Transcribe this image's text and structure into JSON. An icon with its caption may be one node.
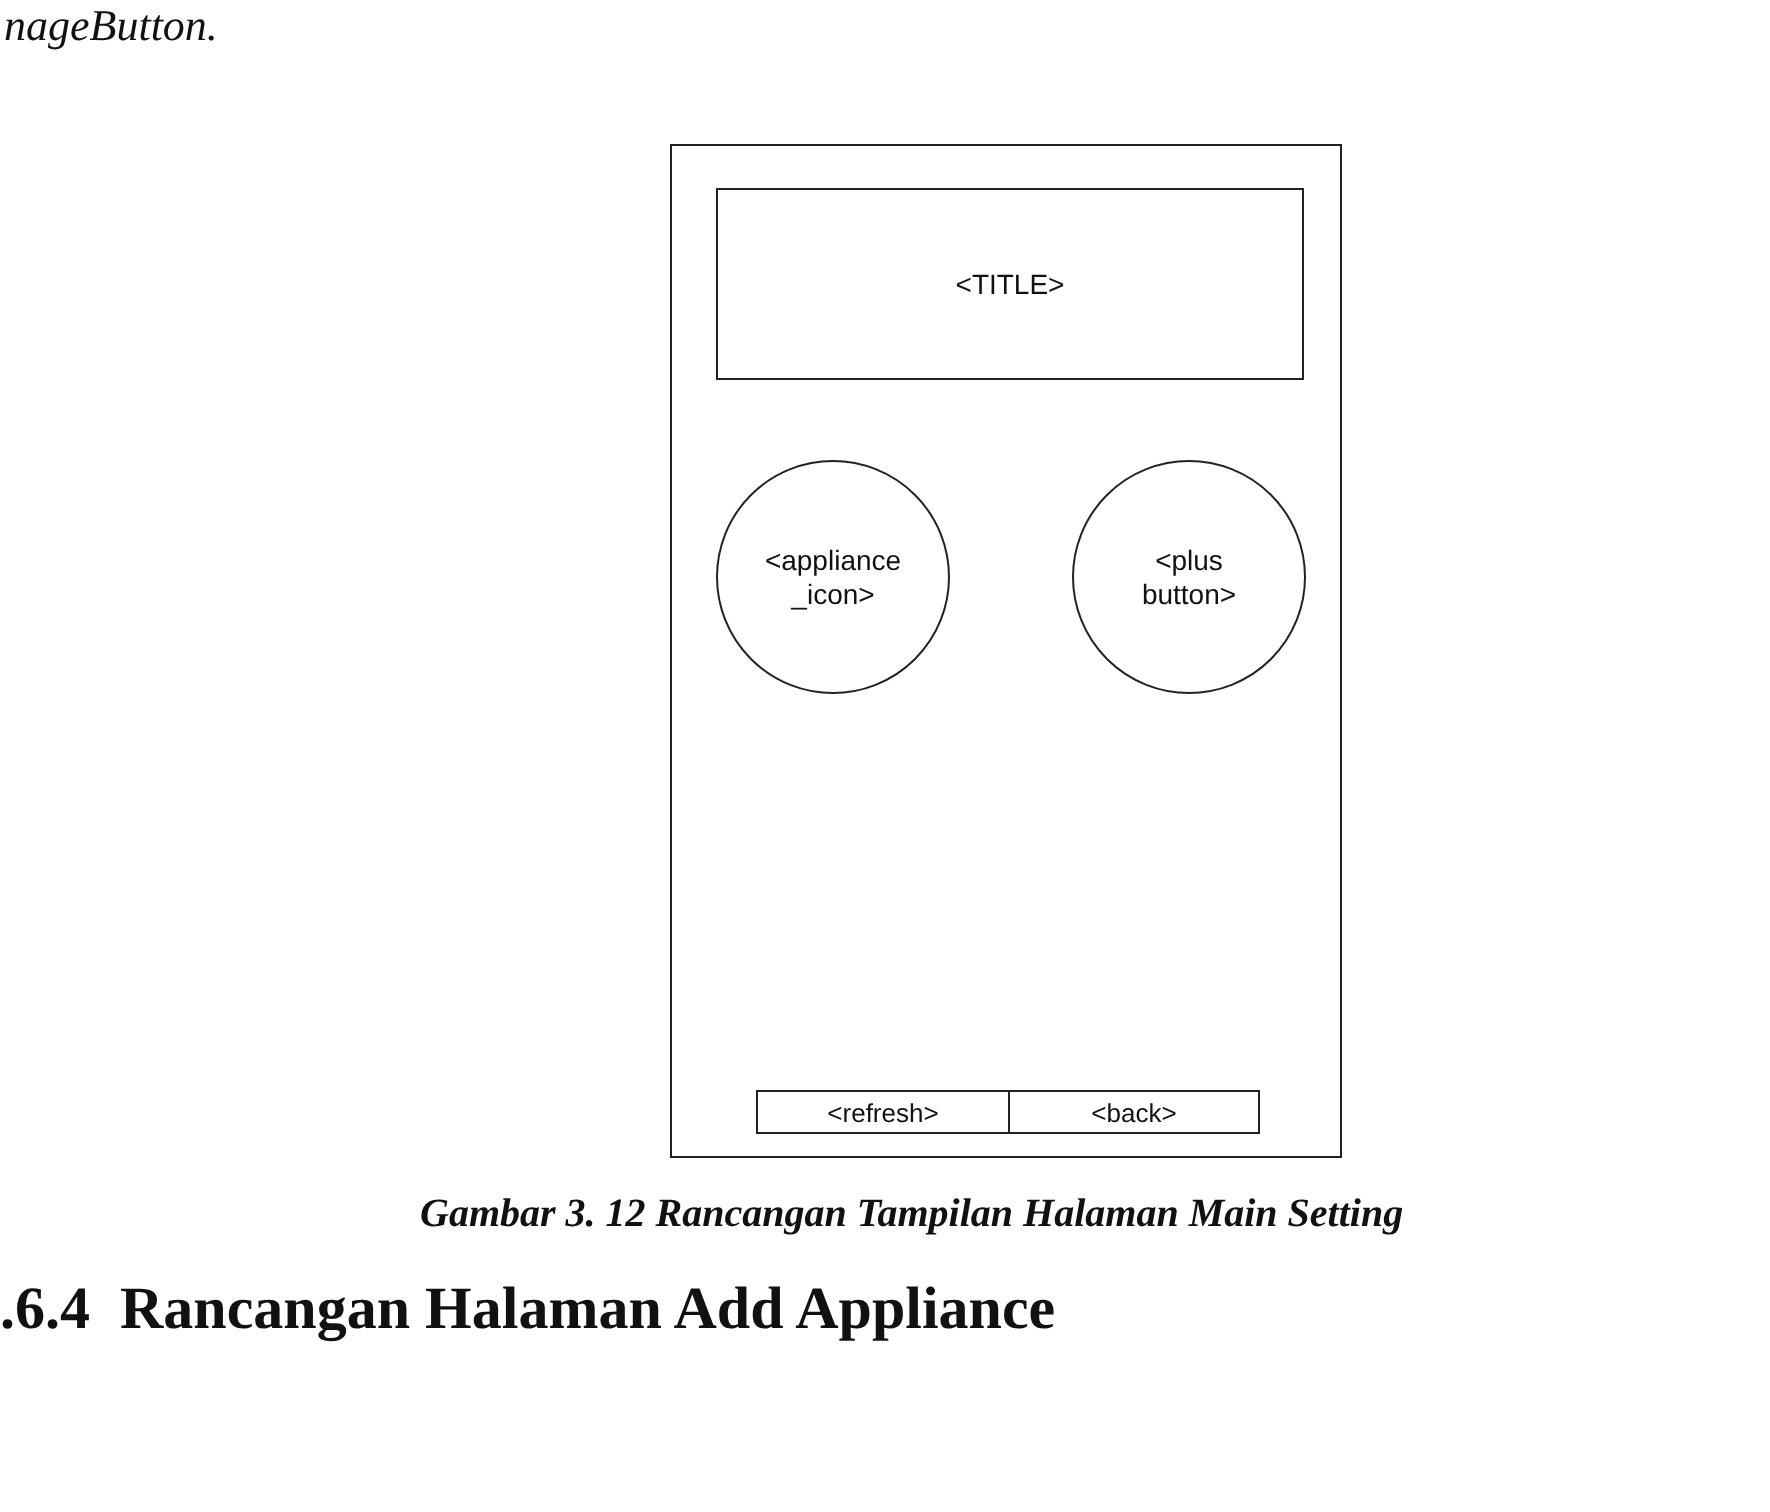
{
  "diagram": {
    "caption": "Gambar 3. 12 Rancangan Tampilan Halaman Main Setting",
    "nodes": [
      {
        "text": [],
        "shape": "box"
      },
      {
        "text": [
          "<TITLE>"
        ],
        "in": 0
      },
      {
        "text": [
          "<appliance _icon>"
        ],
        "in": 0
      },
      {
        "text": [
          "<plus button>"
        ],
        "in": 0
      },
      {
        "text": [
          "<refresh>"
        ],
        "in": 0
      },
      {
        "text": [
          "<back>"
        ],
        "in": 0
      }
    ],
    "labels": [
      "nageButton.",
      ".6.4",
      "Rancangan Halaman Add Appliance"
    ]
  }
}
